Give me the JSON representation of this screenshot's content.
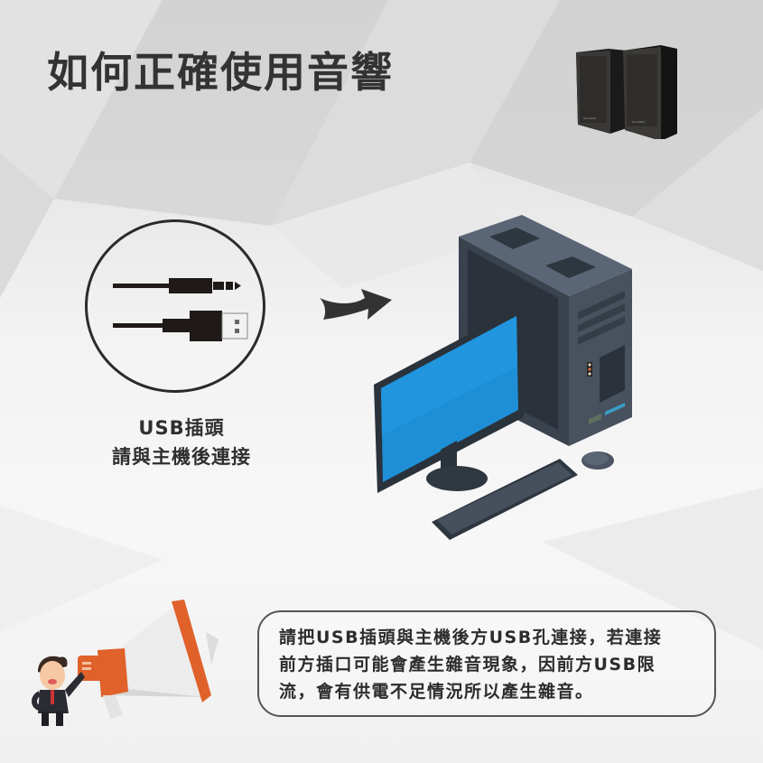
{
  "header": {
    "title": "如何正確使用音響"
  },
  "icons": {
    "speakers": "speakers-image",
    "cables": "audio-jack-and-usb-cables-icon",
    "arrow": "arrow-right-icon",
    "computer": "desktop-computer-illustration",
    "megaphone": "man-with-megaphone-illustration"
  },
  "cable_section": {
    "caption_line1": "USB插頭",
    "caption_line2": "請與主機後連接"
  },
  "note": {
    "lines": [
      "請把USB插頭與主機後方USB孔連接，若連接",
      "前方插口可能會產生雜音現象，因前方USB限",
      "流，會有供電不足情況所以產生雜音。"
    ]
  },
  "colors": {
    "title_text": "#333333",
    "monitor_screen": "#1e8fd6",
    "tower_body": "#4a5563",
    "megaphone_orange": "#e0612a",
    "cable_black": "#1f1a18"
  }
}
